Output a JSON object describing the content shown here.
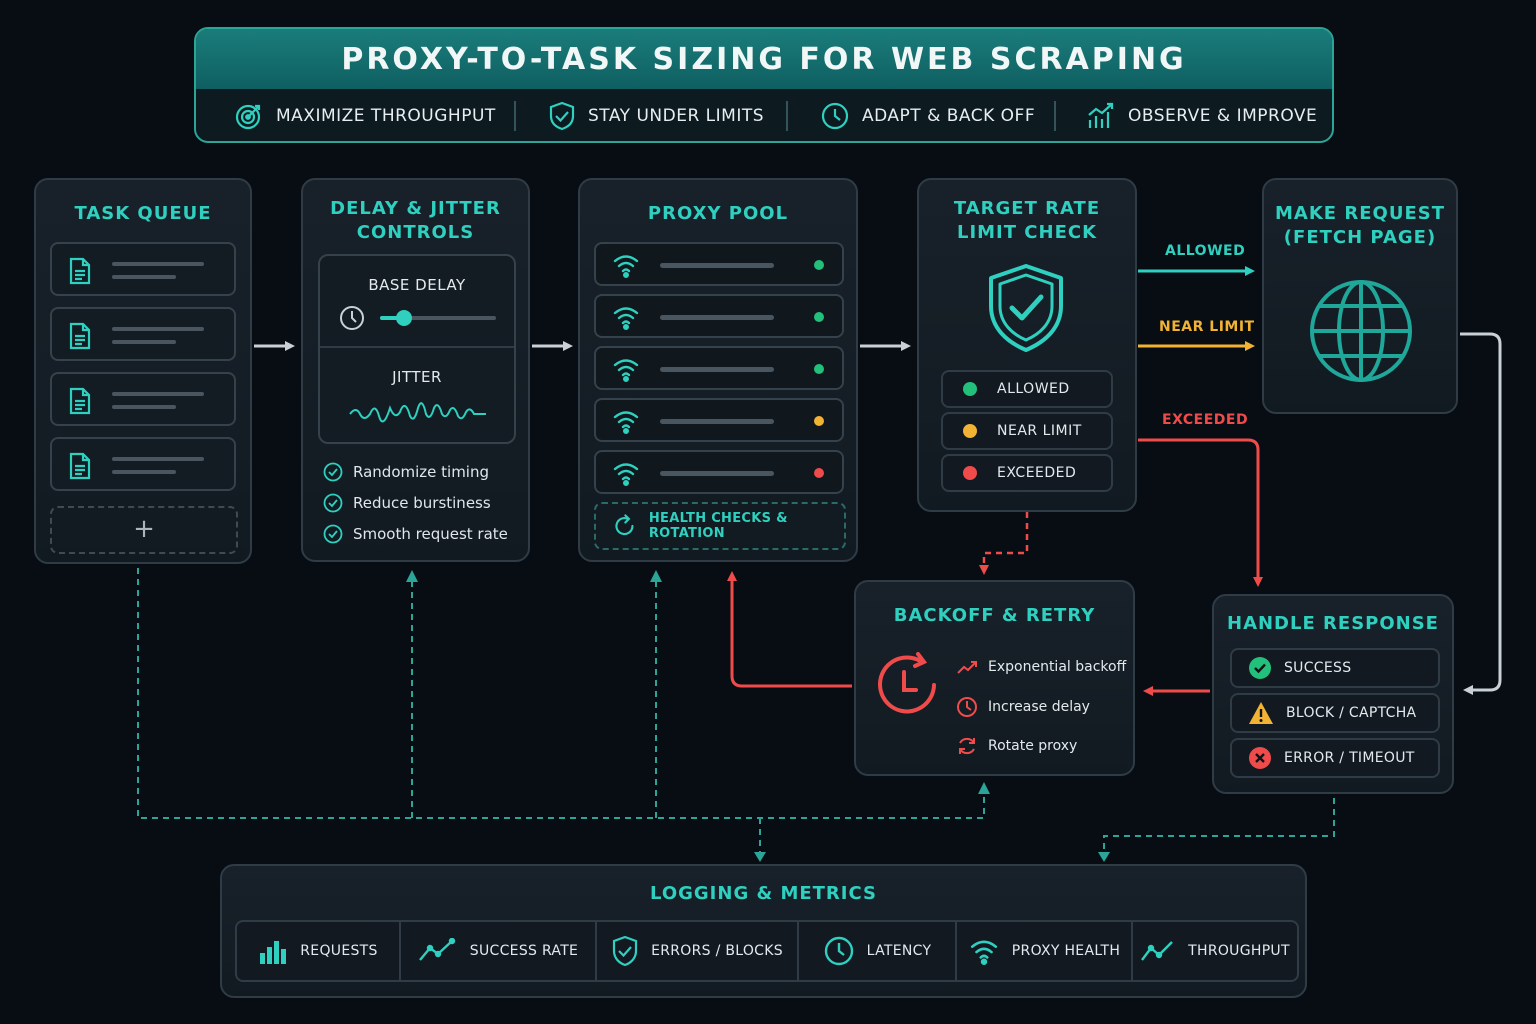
{
  "header": {
    "title": "PROXY-TO-TASK SIZING FOR WEB SCRAPING",
    "pillars": [
      {
        "label": "MAXIMIZE THROUGHPUT",
        "icon": "target-icon"
      },
      {
        "label": "STAY UNDER LIMITS",
        "icon": "shield-check-icon"
      },
      {
        "label": "ADAPT & BACK OFF",
        "icon": "clock-icon"
      },
      {
        "label": "OBSERVE & IMPROVE",
        "icon": "bar-chart-up-icon"
      }
    ]
  },
  "task_queue": {
    "title": "TASK QUEUE",
    "add_symbol": "+"
  },
  "delay": {
    "title_line1": "DELAY & JITTER",
    "title_line2": "CONTROLS",
    "base_delay_label": "BASE DELAY",
    "jitter_label": "JITTER",
    "checks": [
      "Randomize timing",
      "Reduce burstiness",
      "Smooth request rate"
    ]
  },
  "proxy_pool": {
    "title": "PROXY POOL",
    "proxy_status": [
      "healthy",
      "healthy",
      "healthy",
      "warning",
      "error"
    ],
    "footer": "HEALTH CHECKS & ROTATION"
  },
  "rate_check": {
    "title_line1": "TARGET RATE",
    "title_line2": "LIMIT CHECK",
    "statuses": [
      {
        "label": "ALLOWED",
        "color": "#22c07a"
      },
      {
        "label": "NEAR LIMIT",
        "color": "#f2b233"
      },
      {
        "label": "EXCEEDED",
        "color": "#ef4b4b"
      }
    ]
  },
  "flow_labels": {
    "allowed": "ALLOWED",
    "near_limit": "NEAR LIMIT",
    "exceeded": "EXCEEDED"
  },
  "make_request": {
    "title_line1": "MAKE REQUEST",
    "title_line2": "(FETCH PAGE)"
  },
  "backoff": {
    "title": "BACKOFF & RETRY",
    "items": [
      "Exponential backoff",
      "Increase delay",
      "Rotate proxy"
    ]
  },
  "handle_response": {
    "title": "HANDLE RESPONSE",
    "items": [
      "SUCCESS",
      "BLOCK / CAPTCHA",
      "ERROR / TIMEOUT"
    ]
  },
  "logging": {
    "title": "LOGGING & METRICS",
    "metrics": [
      "REQUESTS",
      "SUCCESS RATE",
      "ERRORS / BLOCKS",
      "LATENCY",
      "PROXY HEALTH",
      "THROUGHPUT"
    ]
  },
  "colors": {
    "accent": "#2fd0bf",
    "allowed": "#22c07a",
    "near_limit": "#f2b233",
    "exceeded": "#ef4b4b",
    "background": "#070d13"
  }
}
